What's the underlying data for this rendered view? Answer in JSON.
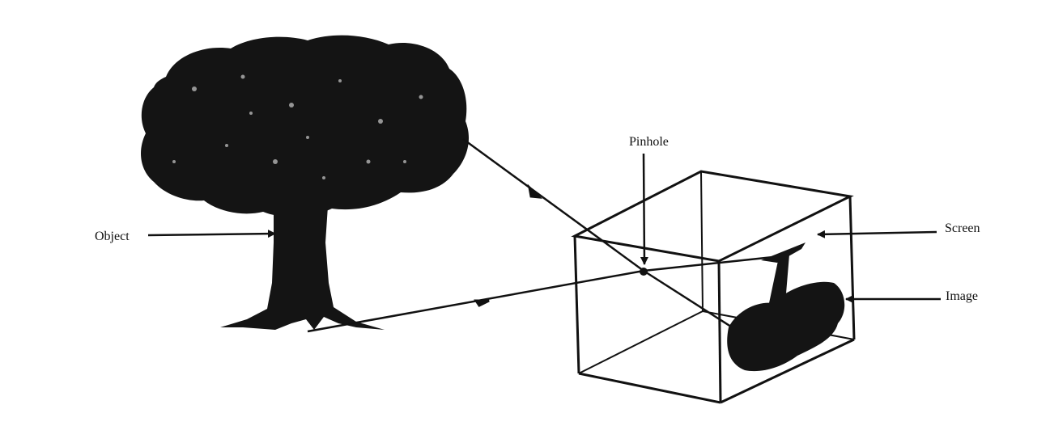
{
  "diagram": {
    "labels": {
      "object": "Object",
      "pinhole": "Pinhole",
      "screen": "Screen",
      "image": "Image"
    },
    "colors": {
      "background": "#ffffff",
      "ink": "#111111"
    }
  }
}
